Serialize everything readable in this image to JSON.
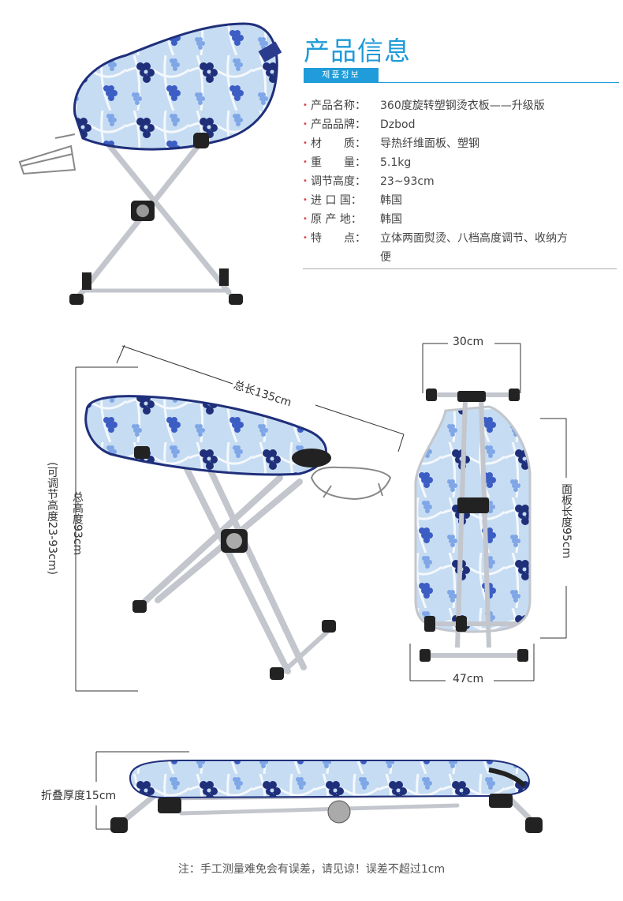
{
  "info": {
    "title": "产品信息",
    "badge": "제품정보",
    "specs": [
      {
        "label": "产品名称：",
        "value": "360度旋转塑钢烫衣板——升级版"
      },
      {
        "label": "产品品牌：",
        "value": "Dzbod"
      },
      {
        "label": "材　　质：",
        "value": "导热纤维面板、塑钢"
      },
      {
        "label": "重　　量：",
        "value": "5.1kg"
      },
      {
        "label": "调节高度：",
        "value": "23~93cm"
      },
      {
        "label": "进 口 国：",
        "value": "韩国"
      },
      {
        "label": "原 产 地：",
        "value": "韩国"
      },
      {
        "label": "特　　点：",
        "value": "立体两面熨烫、八档高度调节、收纳方便"
      }
    ]
  },
  "dimensions": {
    "total_length": "总长135cm",
    "total_height": "总高度93cm",
    "adjustable_height": "(可调节高度23-93cm)",
    "width": "30cm",
    "panel_length": "面板长度95cm",
    "bottom_width": "47cm",
    "folded_thickness": "折叠厚度15cm"
  },
  "note": "注：手工测量难免会有误差，请见谅！误差不超过1cm",
  "colors": {
    "accent": "#1e9ad8",
    "bullet": "#e63c3c",
    "board_base": "#c6dcf2",
    "flower_dark": "#1f2f7a",
    "flower_mid": "#3c5ec4",
    "flower_light": "#7fa6e6",
    "frame": "#c3c6cc",
    "joint": "#222222"
  }
}
